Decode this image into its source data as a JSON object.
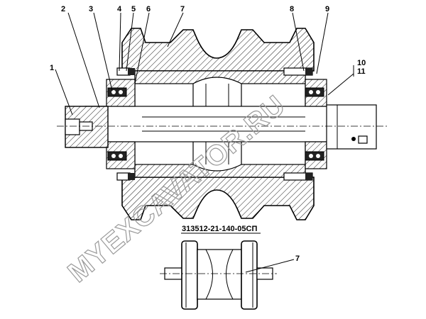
{
  "callouts": [
    {
      "label": "1"
    },
    {
      "label": "2"
    },
    {
      "label": "3"
    },
    {
      "label": "4"
    },
    {
      "label": "5"
    },
    {
      "label": "6"
    },
    {
      "label": "7"
    },
    {
      "label": "8"
    },
    {
      "label": "9"
    },
    {
      "label": "10"
    },
    {
      "label": "11"
    }
  ],
  "part_number": "313512-21-140-05СП",
  "inset_callout": "7",
  "watermark": "MYEXCAVATOR.RU"
}
